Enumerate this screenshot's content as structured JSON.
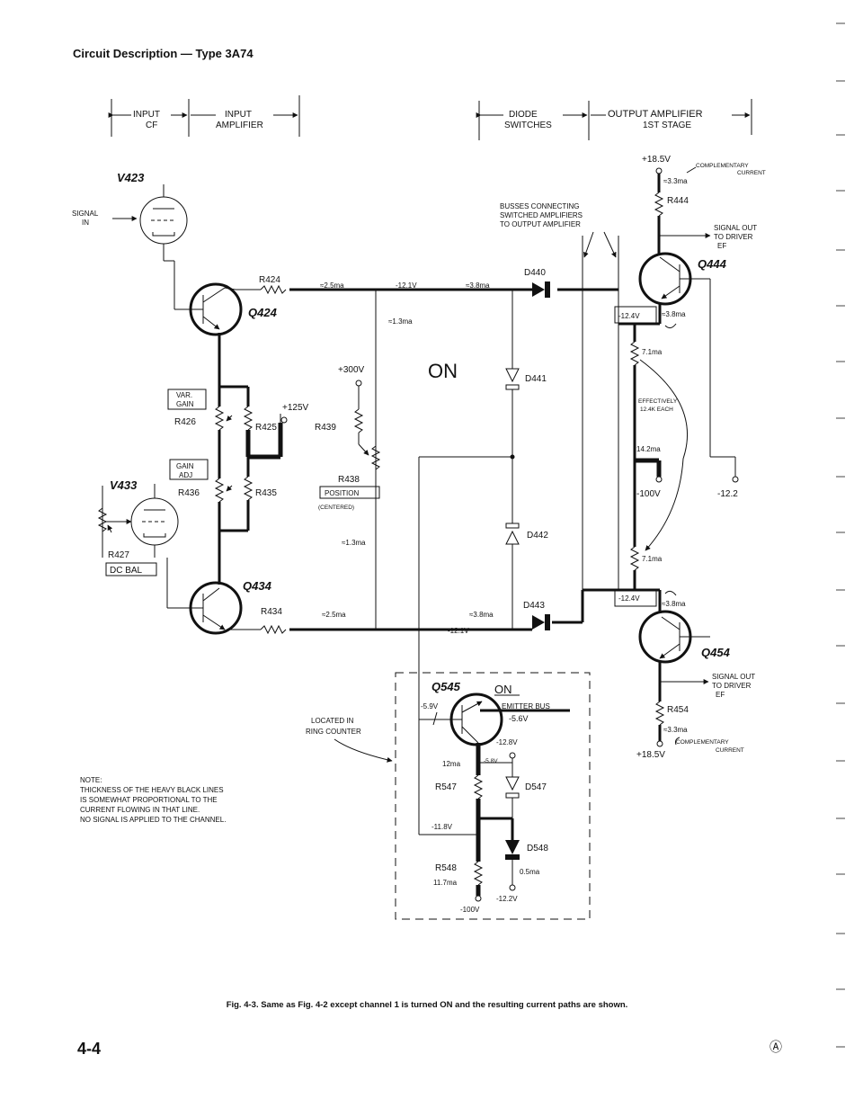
{
  "page": {
    "header": "Circuit Description — Type 3A74",
    "page_number": "4-4",
    "corner_mark": "Ⓐ",
    "caption": "Fig. 4-3. Same as Fig. 4-2 except channel 1 is turned ON and the resulting current paths are shown."
  },
  "sections": {
    "input_cf": [
      "INPUT",
      "CF"
    ],
    "input_amplifier": [
      "INPUT",
      "AMPLIFIER"
    ],
    "diode_switches": [
      "DIODE",
      "SWITCHES"
    ],
    "output_amplifier": [
      "OUTPUT AMPLIFIER",
      "1ST STAGE"
    ]
  },
  "components": {
    "v423": "V423",
    "v433": "V433",
    "q424": "Q424",
    "q434": "Q434",
    "q444": "Q444",
    "q454": "Q454",
    "q545": "Q545",
    "r424": "R424",
    "r434": "R434",
    "r425": "R425",
    "r426": "R426",
    "r427": "R427",
    "r435": "R435",
    "r436": "R436",
    "r438": "R438",
    "r439": "R439",
    "r444": "R444",
    "r454": "R454",
    "r547": "R547",
    "r548": "R548",
    "d440": "D440",
    "d441": "D441",
    "d442": "D442",
    "d443": "D443",
    "d547": "D547",
    "d548": "D548"
  },
  "controls": {
    "var_gain": [
      "VAR.",
      "GAIN"
    ],
    "gain_adj": [
      "GAIN",
      "ADJ"
    ],
    "position": "POSITION",
    "centered": "(CENTERED)",
    "dc_bal": "DC BAL"
  },
  "signals": {
    "signal_in": [
      "SIGNAL",
      "IN"
    ],
    "signal_out_top": [
      "SIGNAL OUT",
      "TO DRIVER",
      "EF"
    ],
    "signal_out_bottom": [
      "SIGNAL OUT",
      "TO DRIVER",
      "EF"
    ],
    "busses": [
      "BUSSES CONNECTING",
      "SWITCHED AMPLIFIERS",
      "TO OUTPUT AMPLIFIER"
    ],
    "complementary_top": [
      "COMPLEMENTARY",
      "CURRENT"
    ],
    "complementary_bottom": [
      "COMPLEMENTARY",
      "CURRENT"
    ],
    "effectively": [
      "EFFECTIVELY",
      "12.4K EACH"
    ],
    "located_in": [
      "LOCATED IN",
      "RING COUNTER"
    ],
    "emitter_bus": "EMITTER BUS"
  },
  "state": {
    "on_main": "ON",
    "on_q545": "ON"
  },
  "values": {
    "v_p18_5_top": "+18.5V",
    "v_p18_5_bot": "+18.5V",
    "i_3_3_top": "≈3.3ma",
    "i_3_3_bot": "≈3.3ma",
    "i_2_5_top": "≈2.5ma",
    "i_2_5_bot": "≈2.5ma",
    "v_m12_1_top": "-12.1V",
    "v_m12_1_bot": "-12.1V",
    "i_3_8_d440": "≈3.8ma",
    "i_3_8_d443": "≈3.8ma",
    "i_1_3_top": "≈1.3ma",
    "i_1_3_bot": "≈1.3ma",
    "v_p300": "+300V",
    "v_p125": "+125V",
    "v_m12_4_top": "-12.4V",
    "v_m12_4_bot": "-12.4V",
    "i_3_8_q444": "≈3.8ma",
    "i_3_8_q454": "≈3.8ma",
    "i_7_1_top": "7.1ma",
    "i_7_1_bot": "7.1ma",
    "i_14_2": "14.2ma",
    "v_m100_right": "-100V",
    "v_m12_2_right": "-12.2",
    "v_m5_9": "-5.9V",
    "v_m5_6": "-5.6V",
    "v_m12_8": "-12.8V",
    "i_12": "12ma",
    "v_m5_8": "-5.8V",
    "v_m11_8": "-11.8V",
    "i_11_7": "11.7ma",
    "i_0_5": "0.5ma",
    "v_m12_2_bot": "-12.2V",
    "v_m100_bot": "-100V"
  },
  "note": [
    "NOTE:",
    "THICKNESS OF THE HEAVY BLACK LINES",
    "IS SOMEWHAT PROPORTIONAL TO THE",
    "CURRENT FLOWING IN THAT LINE.",
    "NO SIGNAL IS APPLIED TO THE CHANNEL."
  ]
}
